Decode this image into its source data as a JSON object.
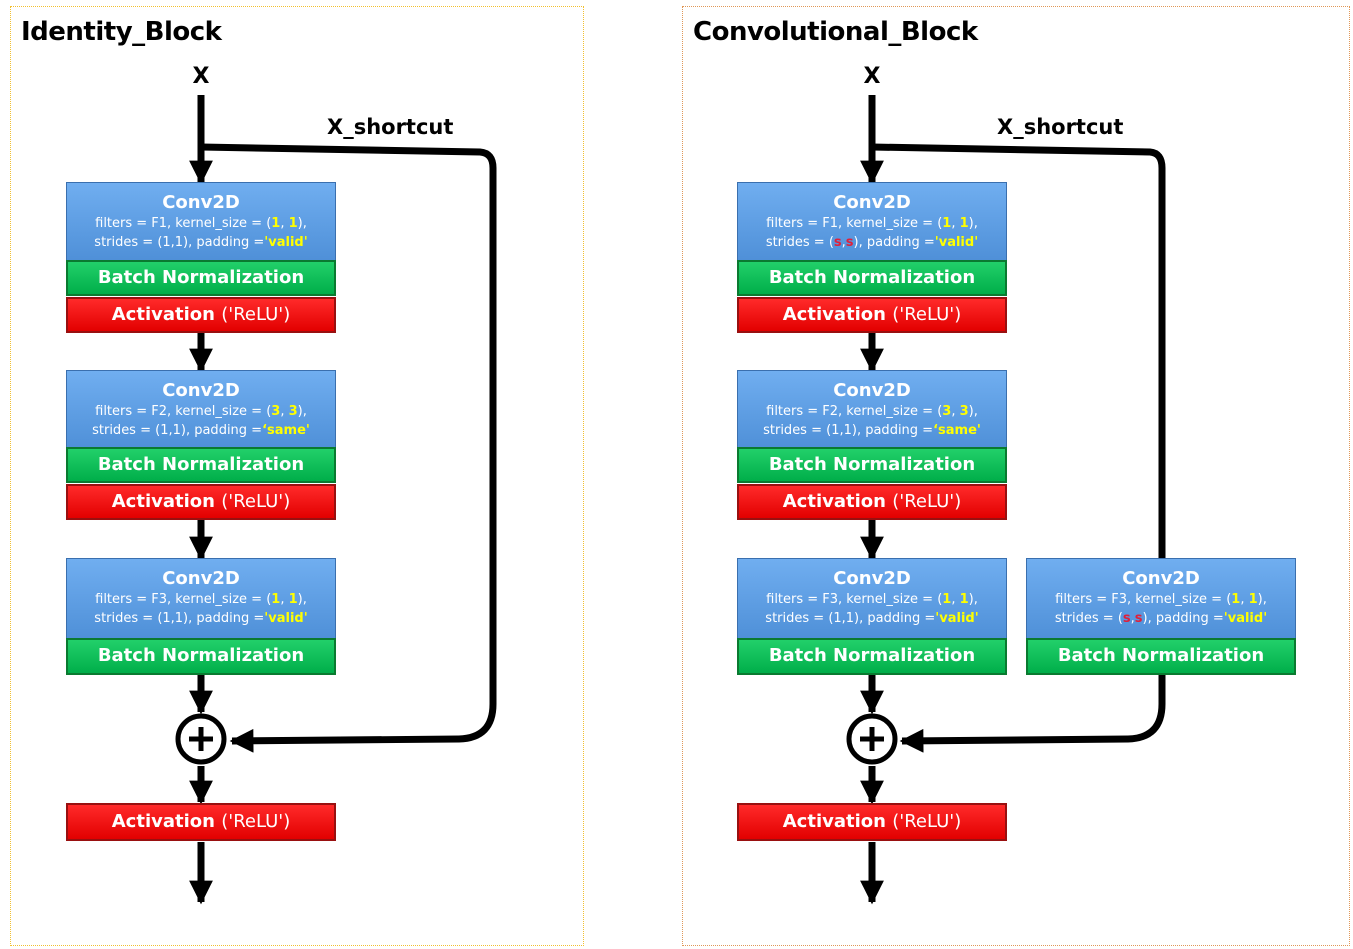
{
  "identity_block": {
    "title": "Identity_Block",
    "input_label": "X",
    "shortcut_label": "X_shortcut",
    "stages": [
      {
        "conv_title": "Conv2D",
        "filters": "F1",
        "kernel": [
          "1",
          "1"
        ],
        "strides": "(1,1)",
        "padding": "'valid'",
        "bn": "Batch Normalization",
        "act": "Activation",
        "act_arg": "('ReLU')"
      },
      {
        "conv_title": "Conv2D",
        "filters": "F2",
        "kernel": [
          "3",
          "3"
        ],
        "strides": "(1,1)",
        "padding": "‘same'",
        "bn": "Batch Normalization",
        "act": "Activation",
        "act_arg": "('ReLU')"
      },
      {
        "conv_title": "Conv2D",
        "filters": "F3",
        "kernel": [
          "1",
          "1"
        ],
        "strides": "(1,1)",
        "padding": "'valid'",
        "bn": "Batch Normalization"
      }
    ],
    "final_act": "Activation",
    "final_act_arg": "('ReLU')"
  },
  "convolutional_block": {
    "title": "Convolutional_Block",
    "input_label": "X",
    "shortcut_label": "X_shortcut",
    "stages": [
      {
        "conv_title": "Conv2D",
        "filters": "F1",
        "kernel": [
          "1",
          "1"
        ],
        "stride_s": [
          "s",
          "s"
        ],
        "padding": "'valid'",
        "bn": "Batch Normalization",
        "act": "Activation",
        "act_arg": "('ReLU')"
      },
      {
        "conv_title": "Conv2D",
        "filters": "F2",
        "kernel": [
          "3",
          "3"
        ],
        "strides": "(1,1)",
        "padding": "‘same'",
        "bn": "Batch Normalization",
        "act": "Activation",
        "act_arg": "('ReLU')"
      },
      {
        "conv_title": "Conv2D",
        "filters": "F3",
        "kernel": [
          "1",
          "1"
        ],
        "strides": "(1,1)",
        "padding": "'valid'",
        "bn": "Batch Normalization"
      }
    ],
    "shortcut_stage": {
      "conv_title": "Conv2D",
      "filters": "F3",
      "kernel": [
        "1",
        "1"
      ],
      "stride_s": [
        "s",
        "s"
      ],
      "padding": "'valid'",
      "bn": "Batch Normalization"
    },
    "final_act": "Activation",
    "final_act_arg": "('ReLU')"
  },
  "text": {
    "filters_prefix": "filters = ",
    "kernel_prefix": ", kernel_size = (",
    "comma": ", ",
    "close_paren_comma": "),",
    "strides_prefix": "strides = ",
    "padding_prefix": ", padding =",
    "open_paren": "(",
    "close_paren": ")",
    "stride_comma": ","
  },
  "colors": {
    "conv": "#5b9bd5",
    "bn": "#00b050",
    "activation": "#ff0000",
    "highlight": "#ffff00",
    "stride_highlight": "#e0203a"
  }
}
